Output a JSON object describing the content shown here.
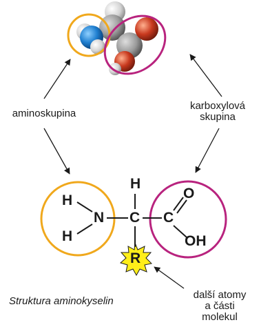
{
  "labels": {
    "amino": "aminoskupina",
    "carboxyl_line1": "karboxylová",
    "carboxyl_line2": "skupina",
    "other_line1": "další atomy",
    "other_line2": "a části",
    "other_line3": "molekul"
  },
  "caption": "Struktura aminokyselin",
  "atoms": {
    "H_top": "H",
    "H_left_top": "H",
    "N": "N",
    "H_left_bottom": "H",
    "C_center": "C",
    "C_carboxyl": "C",
    "O": "O",
    "OH": "OH",
    "R": "R"
  },
  "colors": {
    "amino_ring": "#f0a81c",
    "carboxyl_ring": "#b8237e",
    "r_star": "#ffee1a",
    "nitrogen_atom": "#1f7fd0",
    "oxygen_atom": "#c8391e",
    "carbon_atom": "#9a9a9a",
    "hydrogen_atom": "#e8e8e8"
  }
}
